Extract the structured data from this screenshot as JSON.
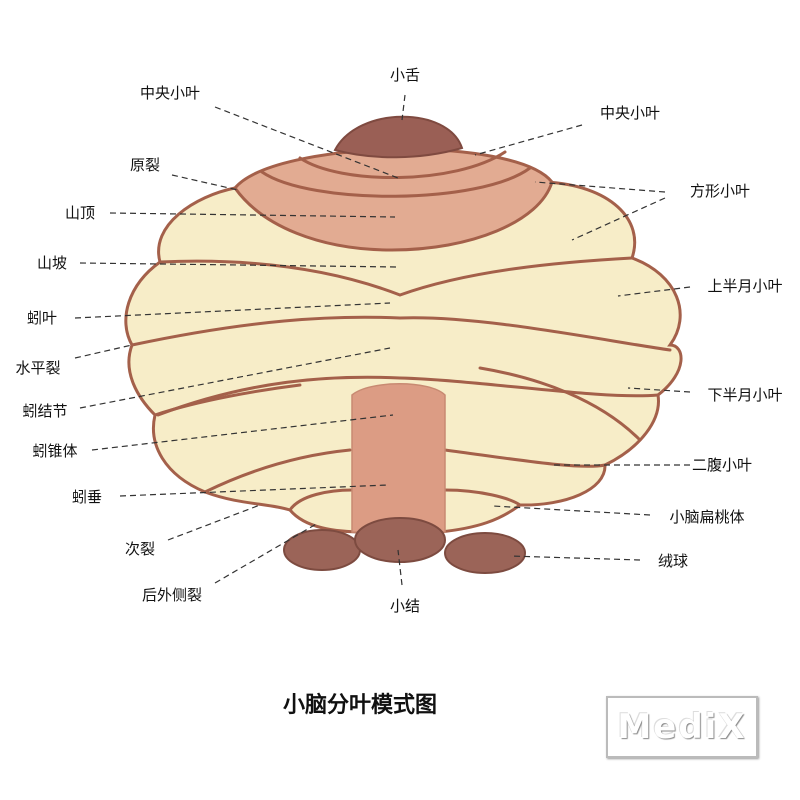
{
  "title": "小脑分叶模式图",
  "logo": "MediX",
  "labels": {
    "lingula": "小舌",
    "central_lobule_left": "中央小叶",
    "central_lobule_right": "中央小叶",
    "primary_fissure": "原裂",
    "quadrangular_lobule": "方形小叶",
    "culmen": "山顶",
    "declive": "山坡",
    "superior_semilunar": "上半月小叶",
    "folium": "蚓叶",
    "horizontal_fissure": "水平裂",
    "inferior_semilunar": "下半月小叶",
    "tuber": "蚓结节",
    "pyramid": "蚓锥体",
    "biventral": "二腹小叶",
    "uvula": "蚓垂",
    "tonsil": "小脑扁桃体",
    "secondary_fissure": "次裂",
    "flocculus": "绒球",
    "posterolateral_fissure": "后外侧裂",
    "nodule": "小结"
  },
  "colors": {
    "body": "#f7edc8",
    "anterior": "#e2ab92",
    "lingula": "#9a5f55",
    "vermis": "#dc9c84",
    "flocculus": "#9b6458",
    "outline": "#a4604a"
  }
}
